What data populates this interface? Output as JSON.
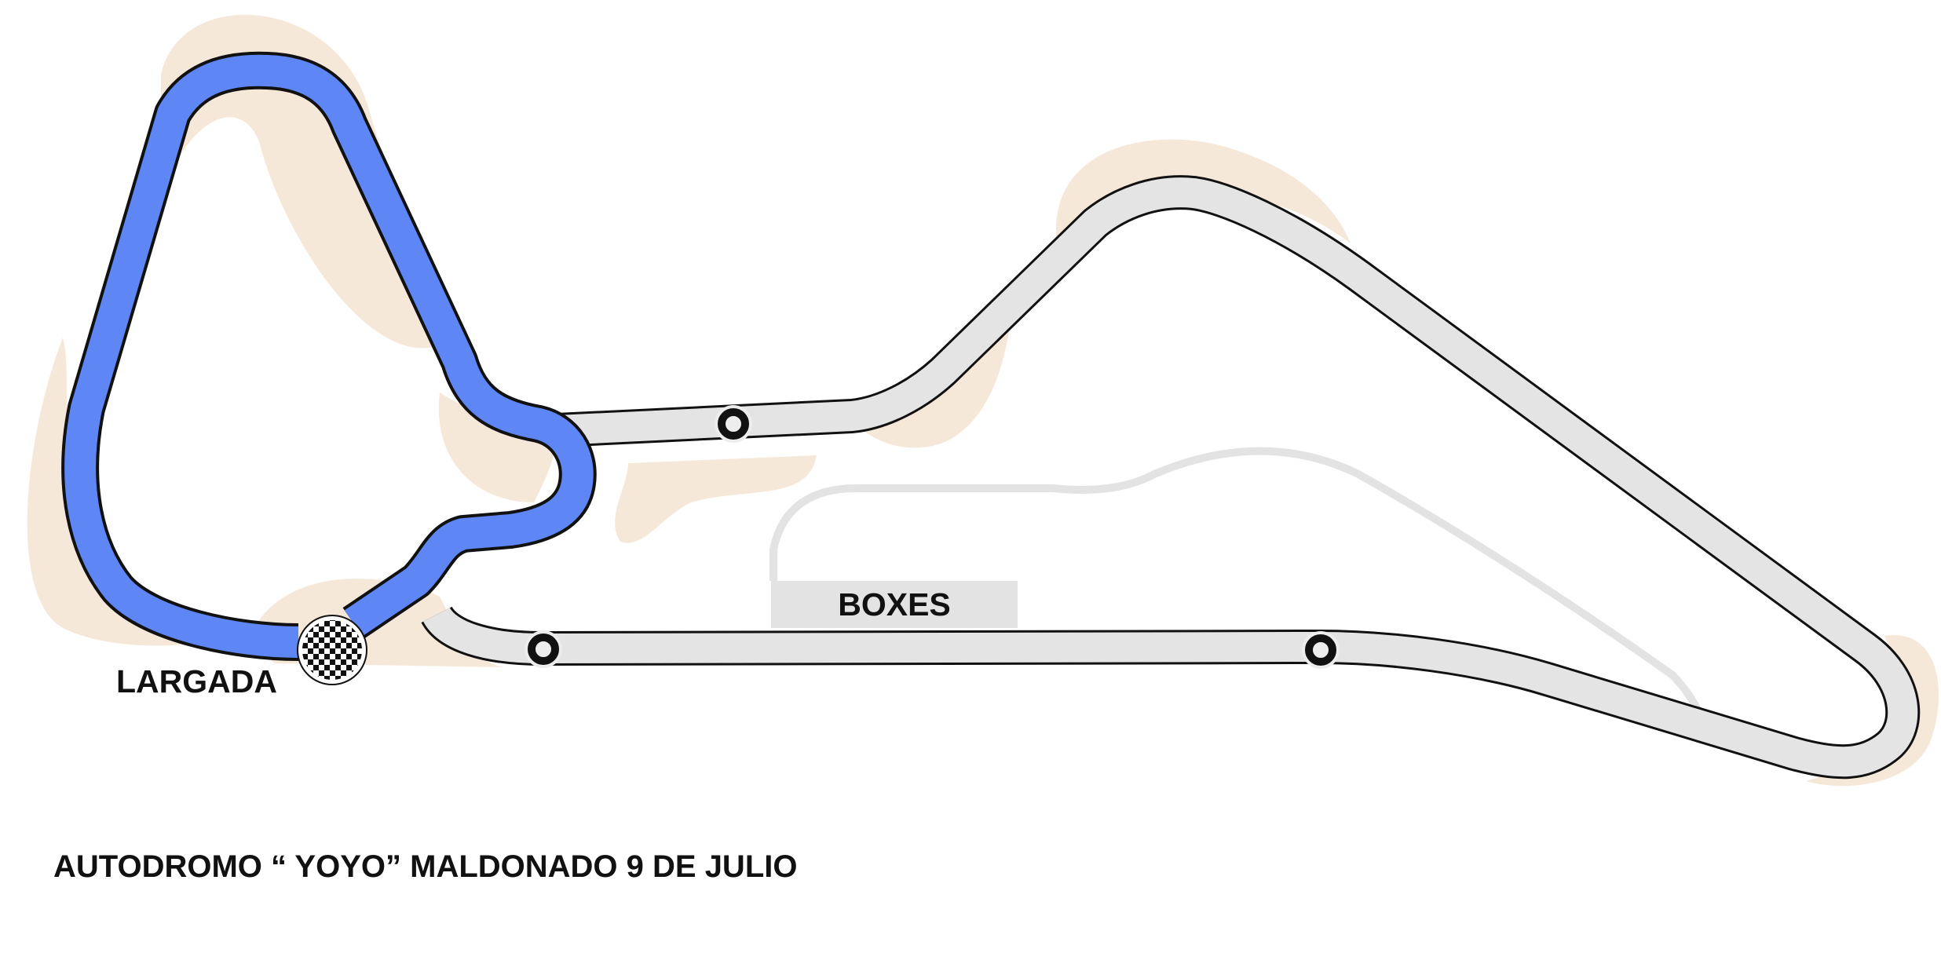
{
  "map": {
    "title": "AUTODROMO “ YOYO” MALDONADO 9 DE JULIO",
    "start_label": "LARGADA",
    "pits_label": "BOXES",
    "colors": {
      "highlighted_layout": "#5f86f5",
      "track_surface": "#e4e4e4",
      "track_outline": "#111111",
      "runoff_area": "#f6e8d8",
      "pit_lane": "#e3e3e3",
      "background": "#ffffff"
    },
    "icons": {
      "start_finish": "checkered-flag-icon",
      "sector_marker": "ring-marker-icon"
    },
    "sector_marker_count": 3
  }
}
